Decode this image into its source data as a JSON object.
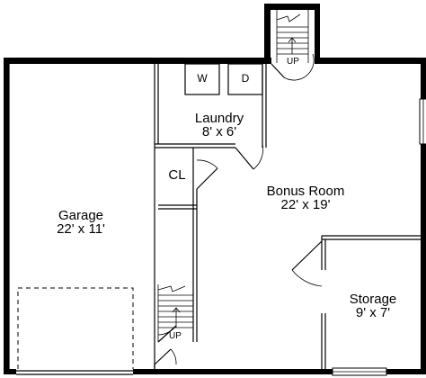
{
  "rooms": {
    "garage": {
      "name": "Garage",
      "dim": "22' x 11'"
    },
    "laundry": {
      "name": "Laundry",
      "dim": "8' x 6'"
    },
    "bonus": {
      "name": "Bonus Room",
      "dim": "22' x 19'"
    },
    "storage": {
      "name": "Storage",
      "dim": "9' x 7'"
    },
    "closet": {
      "name": "CL"
    }
  },
  "appliances": {
    "washer": "W",
    "dryer": "D"
  },
  "stairs": {
    "top_label": "UP",
    "garage_label": "UP"
  }
}
